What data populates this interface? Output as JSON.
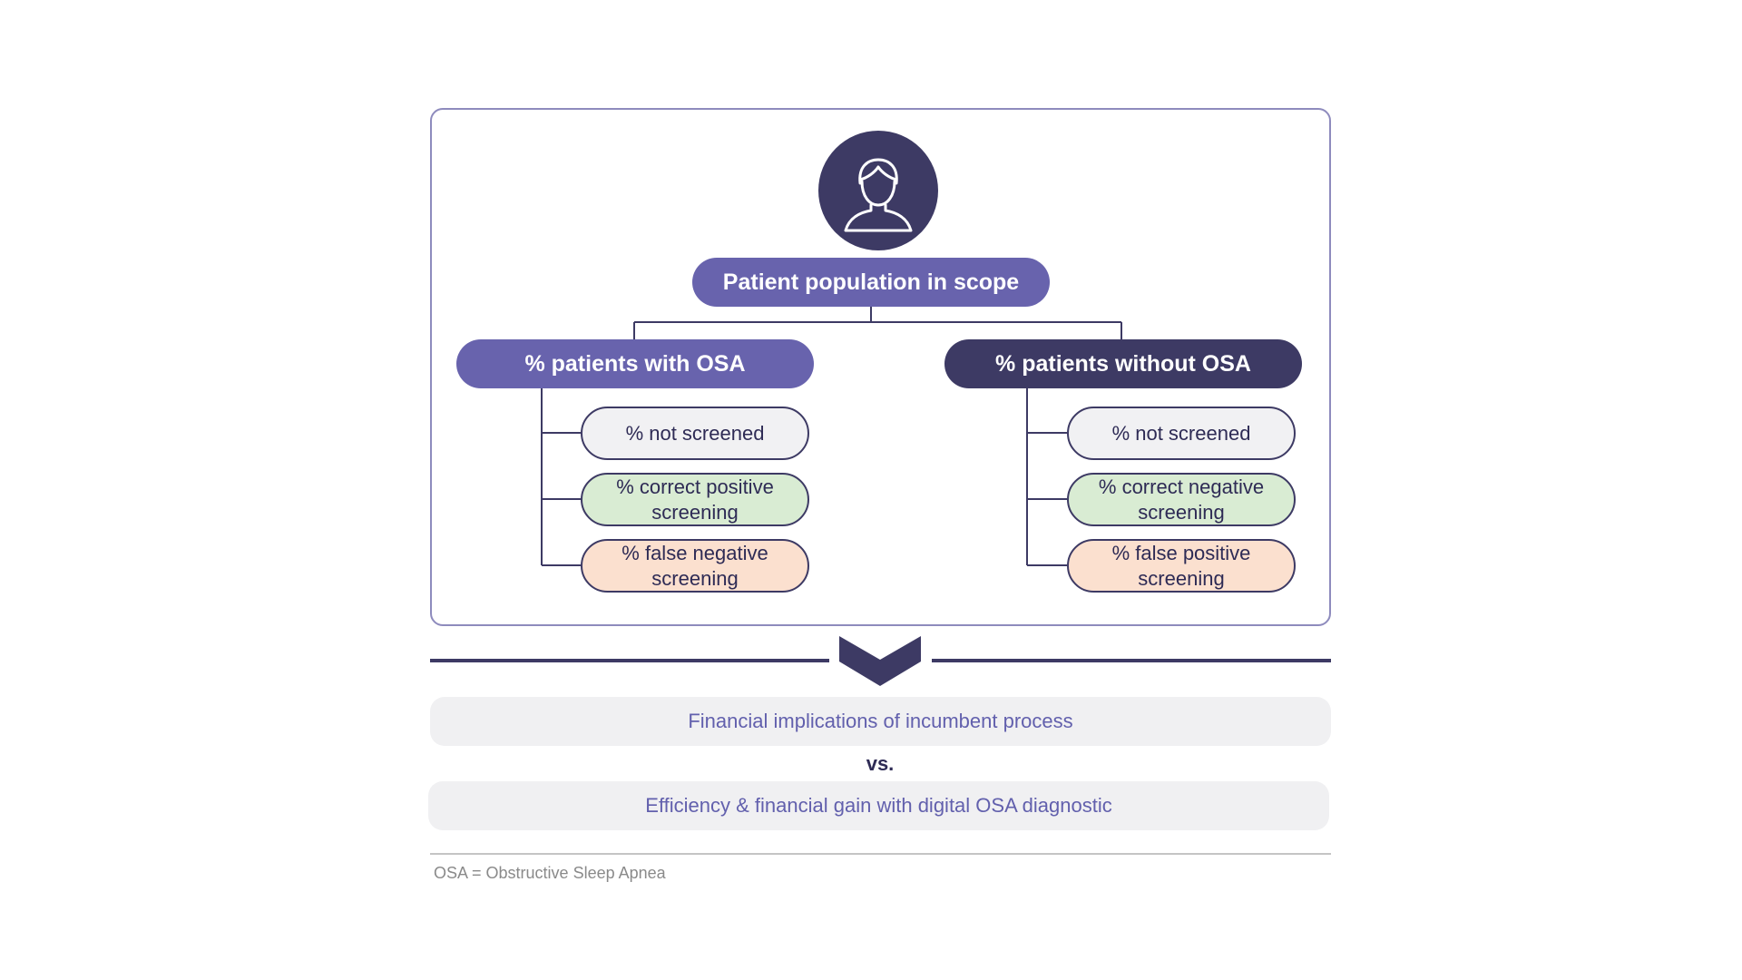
{
  "diagram": {
    "root": "Patient population in scope",
    "branches": [
      {
        "label": "% patients with OSA",
        "items": [
          {
            "text": "% not screened",
            "tone": "neutral"
          },
          {
            "text": "% correct positive screening",
            "tone": "correct"
          },
          {
            "text": "% false negative screening",
            "tone": "false"
          }
        ]
      },
      {
        "label": "% patients without OSA",
        "items": [
          {
            "text": "% not screened",
            "tone": "neutral"
          },
          {
            "text": "% correct negative screening",
            "tone": "correct"
          },
          {
            "text": "% false positive screening",
            "tone": "false"
          }
        ]
      }
    ],
    "icons": {
      "avatar": "person-icon",
      "arrow": "chevron-down-icon"
    }
  },
  "comparison": {
    "first": "Financial implications of incumbent process",
    "separator": "vs.",
    "second": "Efficiency & financial gain with digital OSA diagnostic"
  },
  "footnote": "OSA = Obstructive Sleep Apnea",
  "colors": {
    "primary_purple": "#6863ad",
    "dark_navy": "#3d3a64",
    "neutral_fill": "#f1f1f3",
    "correct_fill": "#d9ecd3",
    "false_fill": "#fbe0cf",
    "band_text": "#6260ad"
  }
}
